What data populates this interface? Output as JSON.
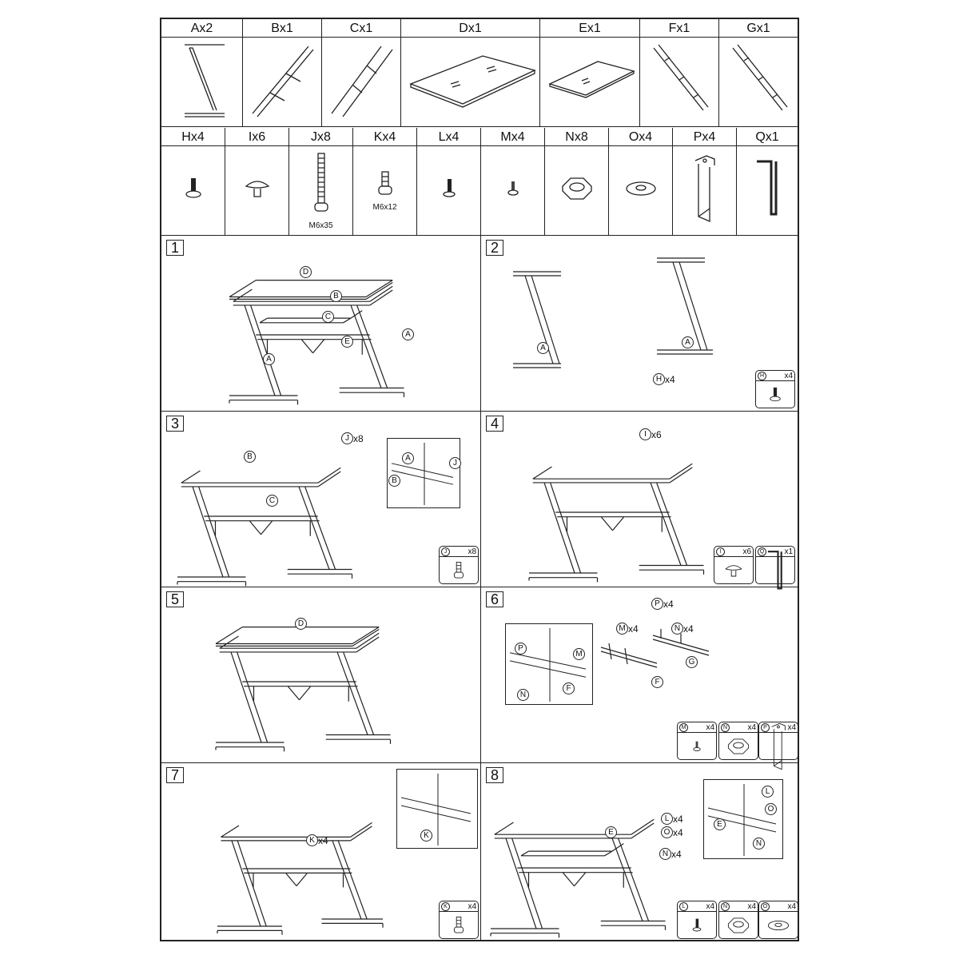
{
  "parts_row1": [
    {
      "label": "Ax2",
      "icon": "z-leg-icon"
    },
    {
      "label": "Bx1",
      "icon": "rail-icon"
    },
    {
      "label": "Cx1",
      "icon": "crossbar-icon"
    },
    {
      "label": "Dx1",
      "icon": "glass-top-icon"
    },
    {
      "label": "Ex1",
      "icon": "keyboard-tray-icon"
    },
    {
      "label": "Fx1",
      "icon": "slide-rail-icon"
    },
    {
      "label": "Gx1",
      "icon": "slide-rail-icon"
    }
  ],
  "parts_row2": [
    {
      "label": "Hx4",
      "icon": "leveling-foot-icon",
      "note": ""
    },
    {
      "label": "Ix6",
      "icon": "suction-pad-icon",
      "note": ""
    },
    {
      "label": "Jx8",
      "icon": "long-bolt-icon",
      "note": "M6x35"
    },
    {
      "label": "Kx4",
      "icon": "short-bolt-icon",
      "note": "M6x12"
    },
    {
      "label": "Lx4",
      "icon": "screw-icon",
      "note": ""
    },
    {
      "label": "Mx4",
      "icon": "small-screw-icon",
      "note": ""
    },
    {
      "label": "Nx8",
      "icon": "hex-nut-icon",
      "note": ""
    },
    {
      "label": "Ox4",
      "icon": "washer-icon",
      "note": ""
    },
    {
      "label": "Px4",
      "icon": "bracket-icon",
      "note": ""
    },
    {
      "label": "Qx1",
      "icon": "hex-key-icon",
      "note": ""
    }
  ],
  "steps": [
    {
      "number": "1",
      "callouts": [
        {
          "letter": "D",
          "qty": ""
        },
        {
          "letter": "B",
          "qty": ""
        },
        {
          "letter": "C",
          "qty": ""
        },
        {
          "letter": "E",
          "qty": ""
        },
        {
          "letter": "A",
          "qty": ""
        },
        {
          "letter": "A",
          "qty": ""
        }
      ],
      "inset": [],
      "hardware": []
    },
    {
      "number": "2",
      "callouts": [
        {
          "letter": "A",
          "qty": ""
        },
        {
          "letter": "A",
          "qty": ""
        },
        {
          "letter": "H",
          "qty": "x4"
        }
      ],
      "inset": [],
      "hardware": [
        {
          "letter": "H",
          "qty": "x4",
          "icon": "leveling-foot-icon"
        }
      ]
    },
    {
      "number": "3",
      "callouts": [
        {
          "letter": "J",
          "qty": "x8"
        },
        {
          "letter": "B",
          "qty": ""
        },
        {
          "letter": "C",
          "qty": ""
        }
      ],
      "inset": [
        {
          "letter": "A"
        },
        {
          "letter": "B"
        },
        {
          "letter": "J"
        }
      ],
      "hardware": [
        {
          "letter": "J",
          "qty": "x8",
          "icon": "short-bolt-icon"
        }
      ]
    },
    {
      "number": "4",
      "callouts": [
        {
          "letter": "I",
          "qty": "x6"
        }
      ],
      "inset": [],
      "hardware": [
        {
          "letter": "I",
          "qty": "x6",
          "icon": "suction-pad-icon"
        },
        {
          "letter": "Q",
          "qty": "x1",
          "icon": "hex-key-icon"
        }
      ]
    },
    {
      "number": "5",
      "callouts": [
        {
          "letter": "D",
          "qty": ""
        }
      ],
      "inset": [],
      "hardware": []
    },
    {
      "number": "6",
      "callouts": [
        {
          "letter": "P",
          "qty": "x4"
        },
        {
          "letter": "M",
          "qty": "x4"
        },
        {
          "letter": "N",
          "qty": "x4"
        },
        {
          "letter": "G",
          "qty": ""
        },
        {
          "letter": "F",
          "qty": ""
        }
      ],
      "inset": [
        {
          "letter": "P"
        },
        {
          "letter": "M"
        },
        {
          "letter": "N"
        },
        {
          "letter": "F"
        }
      ],
      "hardware": [
        {
          "letter": "M",
          "qty": "x4",
          "icon": "small-screw-icon"
        },
        {
          "letter": "N",
          "qty": "x4",
          "icon": "hex-nut-icon"
        },
        {
          "letter": "P",
          "qty": "x4",
          "icon": "bracket-icon"
        }
      ]
    },
    {
      "number": "7",
      "callouts": [
        {
          "letter": "K",
          "qty": "x4"
        }
      ],
      "inset": [
        {
          "letter": "K"
        }
      ],
      "hardware": [
        {
          "letter": "K",
          "qty": "x4",
          "icon": "short-bolt-icon"
        }
      ]
    },
    {
      "number": "8",
      "callouts": [
        {
          "letter": "L",
          "qty": "x4"
        },
        {
          "letter": "O",
          "qty": "x4"
        },
        {
          "letter": "N",
          "qty": "x4"
        },
        {
          "letter": "E",
          "qty": ""
        }
      ],
      "inset": [
        {
          "letter": "L"
        },
        {
          "letter": "O"
        },
        {
          "letter": "E"
        },
        {
          "letter": "N"
        }
      ],
      "hardware": [
        {
          "letter": "L",
          "qty": "x4",
          "icon": "screw-icon"
        },
        {
          "letter": "N",
          "qty": "x4",
          "icon": "hex-nut-icon"
        },
        {
          "letter": "O",
          "qty": "x4",
          "icon": "washer-icon"
        }
      ]
    }
  ]
}
